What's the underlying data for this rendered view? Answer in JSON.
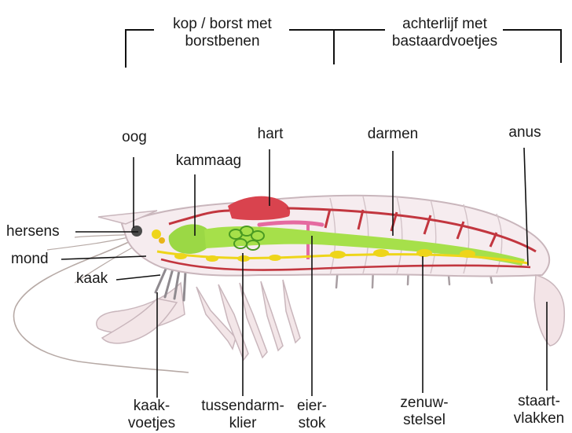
{
  "sections": {
    "head": {
      "line1": "kop / borst met",
      "line2": "borstbenen"
    },
    "tail": {
      "line1": "achterlijf met",
      "line2": "bastaardvoetjes"
    }
  },
  "labels": {
    "oog": "oog",
    "kammaag": "kammaag",
    "hart": "hart",
    "darmen": "darmen",
    "anus": "anus",
    "hersens": "hersens",
    "mond": "mond",
    "kaak": "kaak",
    "kaakvoetjes": {
      "line1": "kaak-",
      "line2": "voetjes"
    },
    "tussendarmklier": {
      "line1": "tussendarm-",
      "line2": "klier"
    },
    "eierstok": {
      "line1": "eier-",
      "line2": "stok"
    },
    "zenuwstelsel": {
      "line1": "zenuw-",
      "line2": "stelsel"
    },
    "staartvlakken": {
      "line1": "staart-",
      "line2": "vlakken"
    }
  },
  "colors": {
    "body_fill": "#f6ecef",
    "body_outline": "#c9b6bc",
    "vessels": "#c2363f",
    "heart": "#d9434e",
    "intestine": "#a6e04a",
    "stomach": "#9bd845",
    "gland_outline": "#4a9b22",
    "nerve": "#eed51a",
    "ovary": "#e56aa0",
    "eye": "#e8b419",
    "pointer": "#111111"
  }
}
